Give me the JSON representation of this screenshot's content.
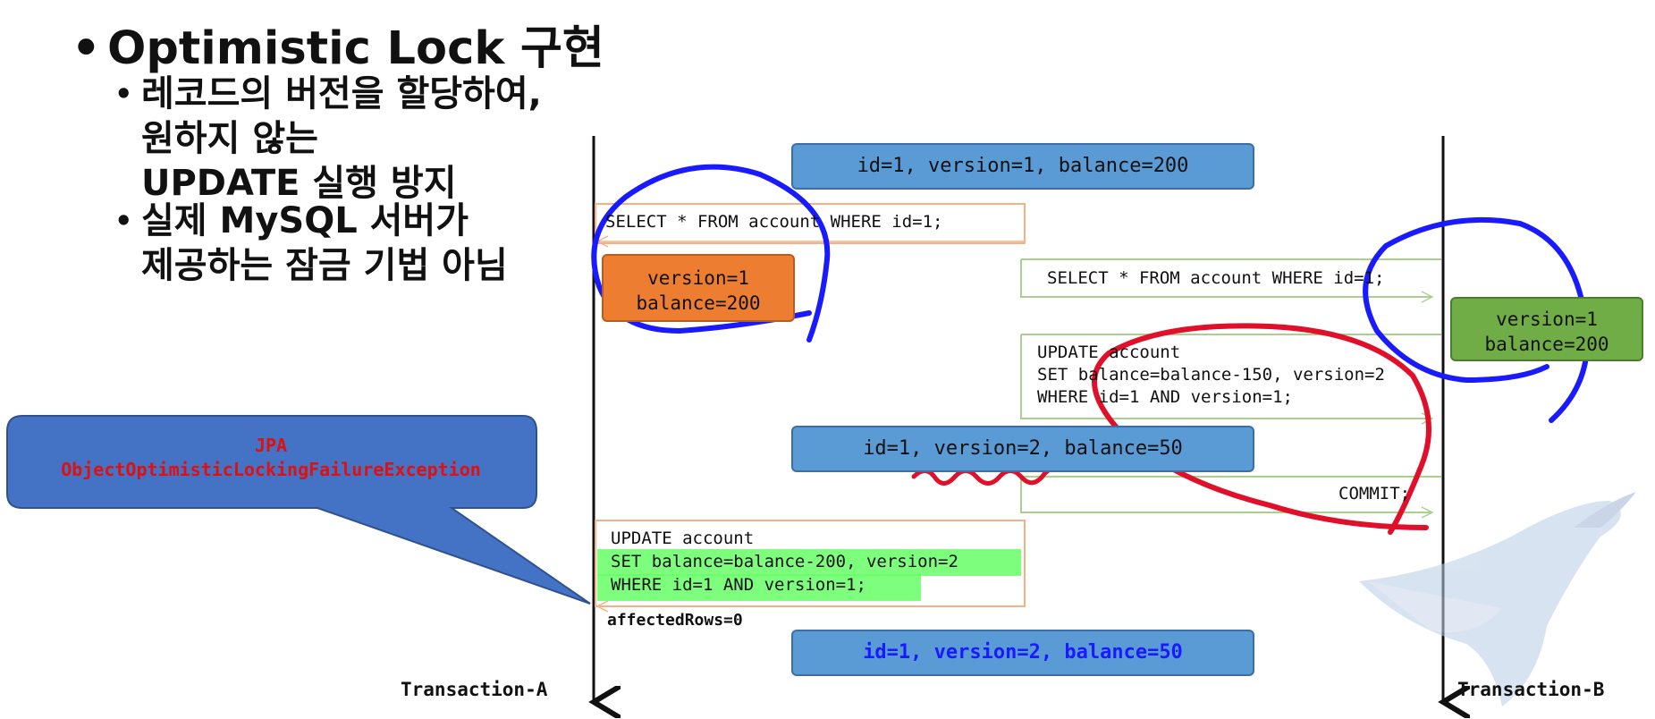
{
  "slide": {
    "bullet_main": "Optimistic Lock 구현",
    "sub_bullets": [
      "레코드의 버전을 할당하여,\n원하지 않는\nUPDATE 실행 방지",
      "실제 MySQL 서버가\n제공하는 잠금 기법 아님"
    ]
  },
  "diagram": {
    "state_top": "id=1, version=1, balance=200",
    "state_mid": "id=1, version=2, balance=50",
    "state_bottom": "id=1, version=2, balance=50",
    "select_a": "SELECT * FROM account WHERE id=1;",
    "result_a": "version=1\nbalance=200",
    "select_b": "SELECT * FROM account WHERE id=1;",
    "result_b": "version=1\nbalance=200",
    "update_b": "UPDATE account\nSET balance=balance-150, version=2\nWHERE id=1 AND version=1;",
    "commit_b": "COMMIT;",
    "update_a_line1": "UPDATE account",
    "update_a_line2": "SET balance=balance-200, version=2",
    "update_a_line3": "WHERE id=1 AND version=1;",
    "affected_rows": "affectedRows=0",
    "callout_line1": "JPA",
    "callout_line2": "ObjectOptimisticLockingFailureException",
    "label_a": "Transaction-A",
    "label_b": "Transaction-B",
    "colors": {
      "state_box": "#5b9bd5",
      "result_a_box": "#ed7d31",
      "result_b_box": "#70ad47",
      "callout": "#4472c4",
      "highlight": "#66ff66",
      "ink_blue": "#1a1aff",
      "ink_red": "#e0102a"
    }
  }
}
